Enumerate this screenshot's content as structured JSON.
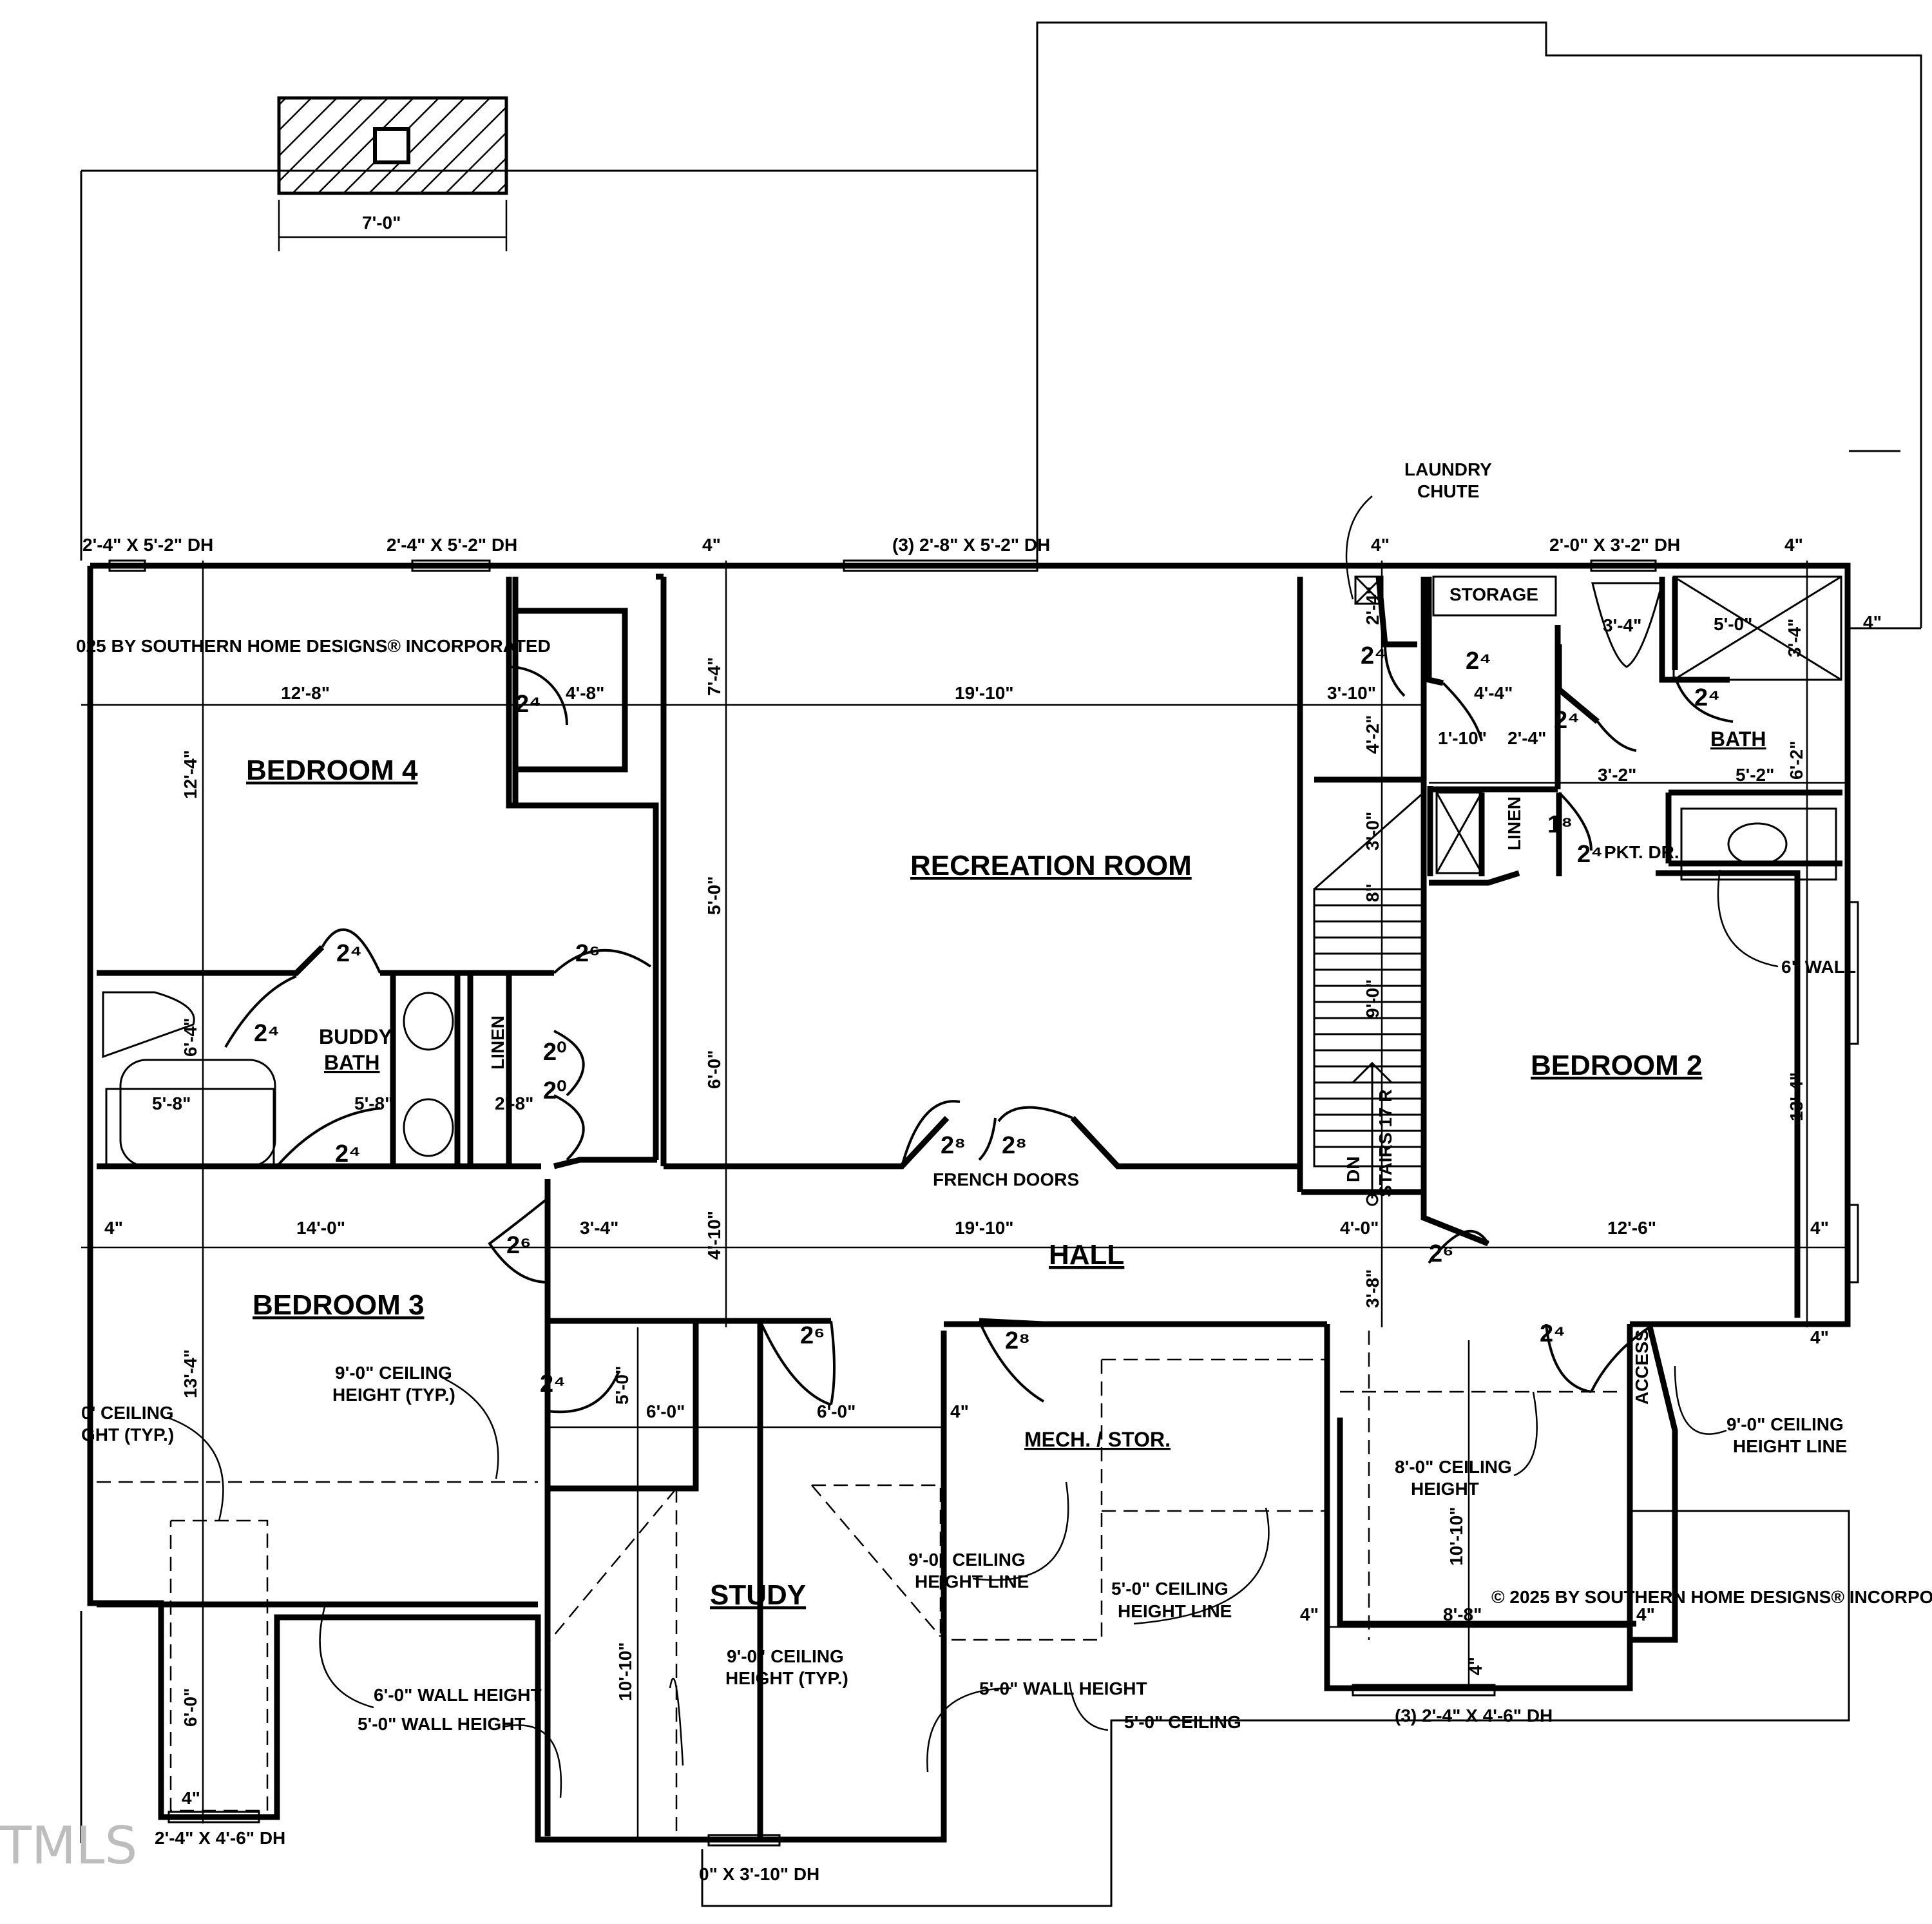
{
  "rooms": {
    "bedroom4": "BEDROOM 4",
    "recreation": "RECREATION ROOM",
    "bedroom2": "BEDROOM 2",
    "bedroom3": "BEDROOM 3",
    "buddy_bath": "BUDDY",
    "buddy_bath2": "BATH",
    "hall": "HALL",
    "study": "STUDY",
    "mech": "MECH. / STOR.",
    "bath": "BATH",
    "storage": "STORAGE",
    "linen1": "LINEN",
    "linen2": "LINEN"
  },
  "windows": {
    "w1": "2'-4\" X 5'-2\" DH",
    "w2": "2'-4\" X 5'-2\" DH",
    "w3": "(3) 2'-8\" X 5'-2\" DH",
    "w4": "2'-0\" X 3'-2\" DH",
    "w5": "(3) 2'-4\" X 4'-6\" DH",
    "w6": "2'-4\" X 4'-6\" DH",
    "w7": "0\" X 3'-10\" DH"
  },
  "notes": {
    "laundry1": "LAUNDRY",
    "laundry2": "CHUTE",
    "copyright1": "025 BY SOUTHERN HOME DESIGNS® INCORPORATED",
    "copyright2": "© 2025 BY SOUTHERN HOME DESIGNS® INCORPORA",
    "french": "FRENCH DOORS",
    "pkt": "PKT. DR.",
    "wall6": "6\" WALL",
    "ceil_b3a": "9'-0\" CEILING",
    "ceil_b3b": "HEIGHT (TYP.)",
    "ceil_leftA": "0' CEILING",
    "ceil_leftB": "GHT (TYP.)",
    "ceil_mechA": "9'-0\" CEILING",
    "ceil_mechB": "HEIGHT LINE",
    "ceil_5a": "5'-0\" CEILING",
    "ceil_5b": "HEIGHT LINE",
    "ceil_8a": "8'-0\" CEILING",
    "ceil_8b": "HEIGHT",
    "ceil_rA": "9'-0\" CEILING",
    "ceil_rB": "HEIGHT LINE",
    "ceil_studyA": "9'-0\" CEILING",
    "ceil_studyB": "HEIGHT (TYP.)",
    "wallh6": "6'-0\" WALL HEIGHT",
    "wallh5a": "5'-0\" WALL HEIGHT",
    "wallh5b": "5'-0\" WALL HEIGHT",
    "ceil5": "5'-0\" CEILING",
    "access": "ACCESS",
    "stairs": "STAIRS 17 R",
    "dn": "DN",
    "watermark": "TMLS"
  },
  "dims": {
    "d7": "7'-0\"",
    "d12_8": "12'-8\"",
    "d4_8": "4'-8\"",
    "d19_10a": "19'-10\"",
    "d3_10": "3'-10\"",
    "d4_4": "4'-4\"",
    "d1_10": "1'-10\"",
    "d2_4b": "2'-4\"",
    "d3_2": "3'-2\"",
    "d5_2": "5'-2\"",
    "d5_0": "5'-0\"",
    "d3_4a": "3'-4\"",
    "d3_4b": "3'-4\"",
    "d6_2": "6'-2\"",
    "d12_4": "12'-4\"",
    "d7_4": "7'-4\"",
    "d5_0v": "5'-0\"",
    "d6_0v": "6'-0\"",
    "d6_4": "6'-4\"",
    "d5_8a": "5'-8\"",
    "d5_8b": "5'-8\"",
    "d2_8": "2'-8\"",
    "d4a": "4\"",
    "d14_0": "14'-0\"",
    "d3_4c": "3'-4\"",
    "d4_10": "4'-10\"",
    "d19_10b": "19'-10\"",
    "d4_0": "4'-0\"",
    "d12_6": "12'-6\"",
    "d4b": "4\"",
    "d3_8": "3'-8\"",
    "d13_4a": "13'-4\"",
    "d13_4b": "13'-4\"",
    "d3_0": "3'-0\"",
    "d8": "8\"",
    "d9_0": "9'-0\"",
    "d4_2": "4'-2\"",
    "d2_4v": "2'-4\"",
    "d5_0s": "5'-0\"",
    "d6_0s": "6'-0\"",
    "d6_0s2": "6'-0\"",
    "d4c": "4\"",
    "d10_10a": "10'-10\"",
    "d10_10b": "10'-10\"",
    "d8_8": "8'-8\"",
    "d4d": "4\"",
    "d4e": "4\"",
    "d4f": "4\"",
    "d6_0b": "6'-0\"",
    "d4g": "4\"",
    "d4h": "4\"",
    "d4i": "4\"",
    "d4j": "4\"",
    "d4k": "4\"",
    "d4l": "4\""
  },
  "doors": {
    "a": "2⁴",
    "b": "2⁴",
    "c": "2⁶",
    "d": "2⁴",
    "e": "2⁰",
    "f": "2⁰",
    "g": "2⁴",
    "h": "2⁸",
    "i": "2⁸",
    "j": "2⁶",
    "k": "2⁶",
    "l": "2⁴",
    "m": "2⁶",
    "n": "2⁸",
    "o": "2⁴",
    "p": "2⁴",
    "q": "2⁴",
    "r": "2⁴",
    "s": "2⁴",
    "t": "1⁸",
    "u": "2⁴",
    "v": "2⁴"
  }
}
